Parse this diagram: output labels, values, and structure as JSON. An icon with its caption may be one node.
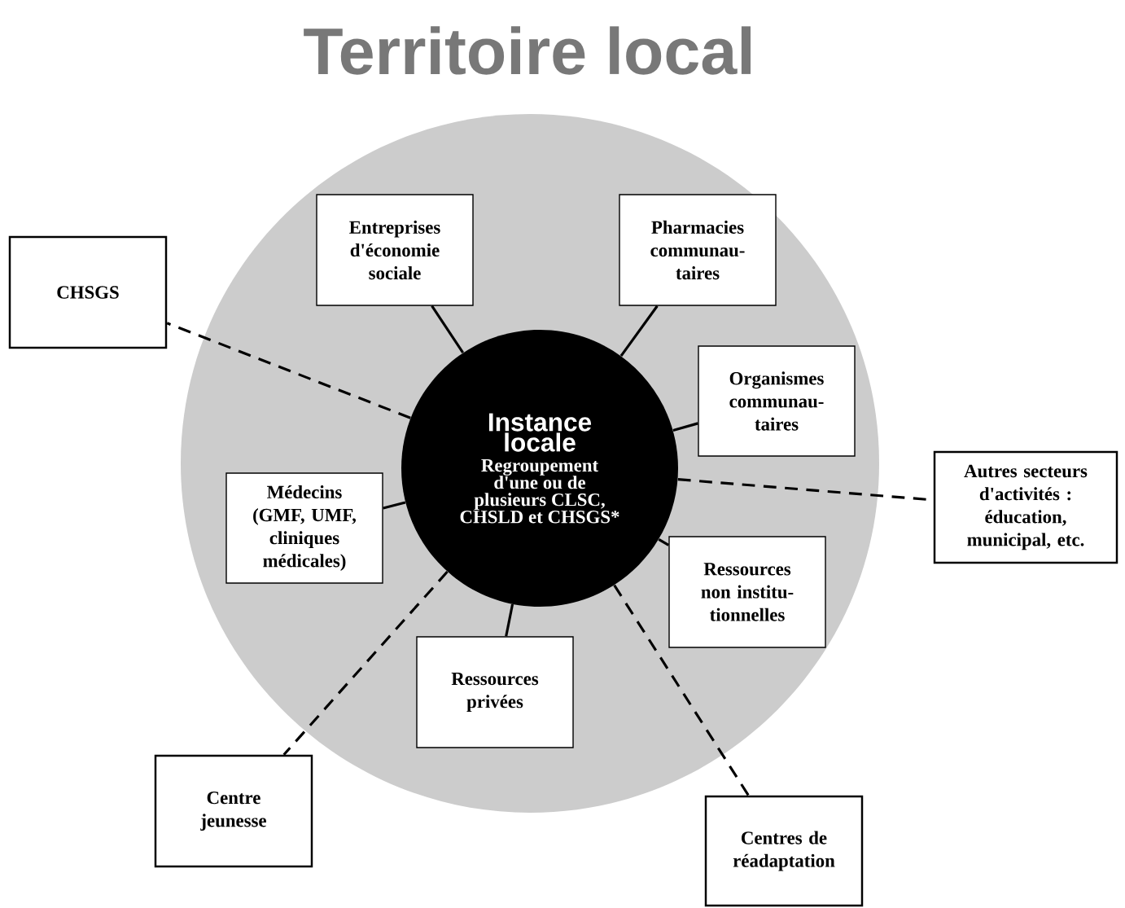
{
  "diagram": {
    "nodes": [
      {
        "text": [
          "Territoire local"
        ]
      },
      {
        "text": [
          "Instance locale",
          "Regroupement d'une ou de plusieurs CLSC, CHSLD et CHSGS*"
        ],
        "in": 0
      },
      {
        "text": [
          "Entreprises d'économie sociale"
        ],
        "in": 0
      },
      {
        "text": [
          "Pharmacies communau-taires"
        ],
        "in": 0
      },
      {
        "text": [
          "Organismes communau-taires"
        ],
        "in": 0
      },
      {
        "text": [
          "Ressources non institu-tionnelles"
        ],
        "in": 0
      },
      {
        "text": [
          "Ressources privées"
        ],
        "in": 0
      },
      {
        "text": [
          "Médecins (GMF, UMF, cliniques médicales)"
        ],
        "in": 0
      },
      {
        "text": [
          "CHSGS"
        ]
      },
      {
        "text": [
          "Autres secteurs d'activités : éducation, municipal, etc."
        ]
      },
      {
        "text": [
          "Centres de réadaptation"
        ]
      },
      {
        "text": [
          "Centre jeunesse"
        ]
      }
    ],
    "edges": [
      {
        "from": 1,
        "to": 2,
        "arrow": "none"
      },
      {
        "from": 1,
        "to": 3,
        "arrow": "none"
      },
      {
        "from": 1,
        "to": 4,
        "arrow": "none"
      },
      {
        "from": 1,
        "to": 5,
        "arrow": "none"
      },
      {
        "from": 1,
        "to": 6,
        "arrow": "none"
      },
      {
        "from": 1,
        "to": 7,
        "arrow": "none"
      },
      {
        "from": 1,
        "to": 8,
        "arrow": "none",
        "style": "dashed"
      },
      {
        "from": 1,
        "to": 9,
        "arrow": "none",
        "style": "dashed"
      },
      {
        "from": 1,
        "to": 10,
        "arrow": "none",
        "style": "dashed"
      },
      {
        "from": 1,
        "to": 11,
        "arrow": "none",
        "style": "dashed"
      }
    ]
  }
}
